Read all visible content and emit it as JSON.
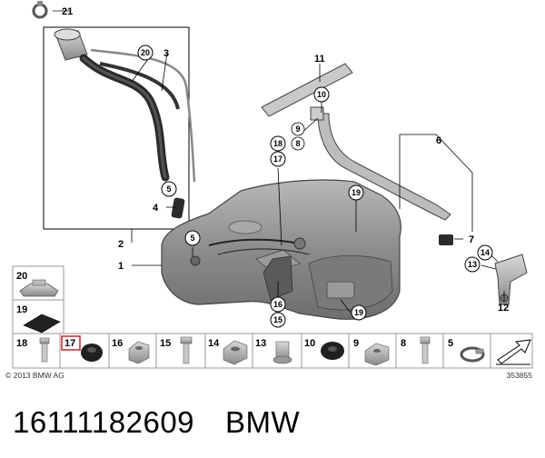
{
  "diagram": {
    "callouts_plain": [
      {
        "id": "c21",
        "text": "21"
      },
      {
        "id": "c3",
        "text": "3"
      },
      {
        "id": "c11",
        "text": "11"
      },
      {
        "id": "c6",
        "text": "6"
      },
      {
        "id": "c9",
        "text": "9"
      },
      {
        "id": "c8",
        "text": "8"
      },
      {
        "id": "c4",
        "text": "4"
      },
      {
        "id": "c2",
        "text": "2"
      },
      {
        "id": "c1",
        "text": "1"
      },
      {
        "id": "c7",
        "text": "7"
      },
      {
        "id": "c12",
        "text": "12"
      }
    ],
    "callouts_circled": [
      {
        "id": "cc20",
        "text": "20"
      },
      {
        "id": "cc10",
        "text": "10"
      },
      {
        "id": "cc18",
        "text": "18"
      },
      {
        "id": "cc17",
        "text": "17"
      },
      {
        "id": "cc19a",
        "text": "19"
      },
      {
        "id": "cc5a",
        "text": "5"
      },
      {
        "id": "cc5b",
        "text": "5"
      },
      {
        "id": "cc14",
        "text": "14"
      },
      {
        "id": "cc13",
        "text": "13"
      },
      {
        "id": "cc16",
        "text": "16"
      },
      {
        "id": "cc15",
        "text": "15"
      },
      {
        "id": "cc19b",
        "text": "19"
      }
    ],
    "side_panel": [
      {
        "id": "p20",
        "text": "20"
      },
      {
        "id": "p19",
        "text": "19"
      }
    ],
    "parts_strip": [
      {
        "id": "s18",
        "text": "18"
      },
      {
        "id": "s17",
        "text": "17",
        "highlight": true
      },
      {
        "id": "s16",
        "text": "16"
      },
      {
        "id": "s15",
        "text": "15"
      },
      {
        "id": "s14",
        "text": "14"
      },
      {
        "id": "s13",
        "text": "13"
      },
      {
        "id": "s10",
        "text": "10"
      },
      {
        "id": "s9",
        "text": "9"
      },
      {
        "id": "s8",
        "text": "8"
      },
      {
        "id": "s5",
        "text": "5"
      }
    ],
    "copyright": "© 2013 BMW AG",
    "diagram_number": "353855",
    "highlight_color": "#d2232a"
  },
  "footer": {
    "part_number": "16111182609",
    "brand": "BMW"
  }
}
